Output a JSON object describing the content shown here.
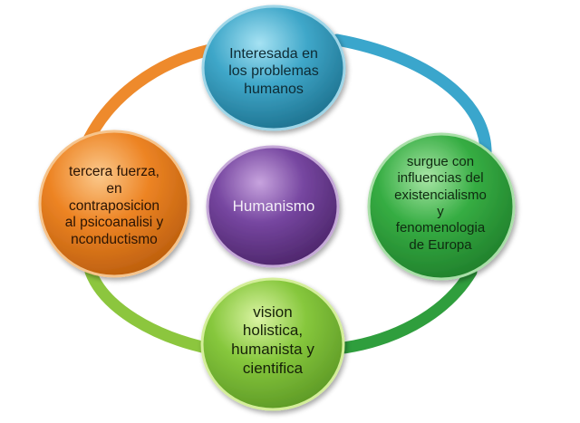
{
  "diagram": {
    "center": {
      "label": "Humanismo",
      "color": "#6a3b8c"
    },
    "nodes": [
      {
        "id": "top",
        "text": "Interesada en\nlos problemas\nhumanos",
        "color": "#2b8fb0",
        "ring_color": "#3aa6cc"
      },
      {
        "id": "right",
        "text": "surgue con\ninfluencias del\nexistencialismo\ny\nfenomenologia\nde Europa",
        "color": "#2fa33c",
        "ring_color": "#2f9e3d"
      },
      {
        "id": "bottom",
        "text": "vision\nholistica,\nhumanista y\ncientifica",
        "color": "#7cc23a",
        "ring_color": "#8cc63e"
      },
      {
        "id": "left",
        "text": "tercera fuerza,\nen\ncontraposicion\nal psicoanalisi  y\nnconductismo",
        "color": "#e87f1c",
        "ring_color": "#ee8a2c"
      }
    ]
  }
}
